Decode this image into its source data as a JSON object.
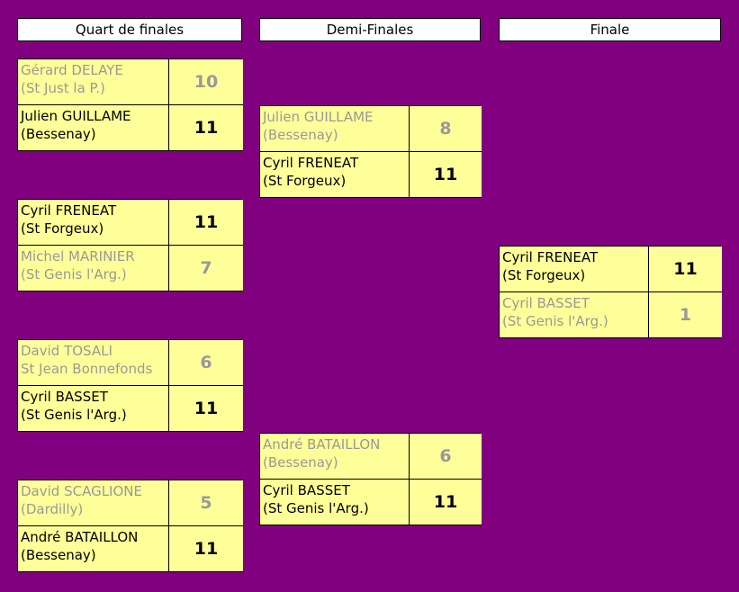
{
  "headers": {
    "quarter": "Quart de finales",
    "semi": "Demi-Finales",
    "final": "Finale"
  },
  "quarters": [
    {
      "p1": {
        "name": "Gérard DELAYE",
        "club": "(St Just la P.)",
        "score": "10"
      },
      "p2": {
        "name": "Julien GUILLAME",
        "club": "(Bessenay)",
        "score": "11"
      }
    },
    {
      "p1": {
        "name": "Cyril FRENEAT",
        "club": "(St Forgeux)",
        "score": "11"
      },
      "p2": {
        "name": "Michel MARINIER",
        "club": "(St Genis l'Arg.)",
        "score": "7"
      }
    },
    {
      "p1": {
        "name": "David TOSALI",
        "club": "St Jean Bonnefonds",
        "score": "6"
      },
      "p2": {
        "name": "Cyril BASSET",
        "club": "(St Genis l'Arg.)",
        "score": "11"
      }
    },
    {
      "p1": {
        "name": "David SCAGLIONE",
        "club": "(Dardilly)",
        "score": "5"
      },
      "p2": {
        "name": "André BATAILLON",
        "club": "(Bessenay)",
        "score": "11"
      }
    }
  ],
  "semis": [
    {
      "p1": {
        "name": "Julien GUILLAME",
        "club": "(Bessenay)",
        "score": "8"
      },
      "p2": {
        "name": "Cyril FRENEAT",
        "club": "(St Forgeux)",
        "score": "11"
      }
    },
    {
      "p1": {
        "name": "André BATAILLON",
        "club": "(Bessenay)",
        "score": "6"
      },
      "p2": {
        "name": "Cyril BASSET",
        "club": "(St Genis l'Arg.)",
        "score": "11"
      }
    }
  ],
  "final": {
    "p1": {
      "name": "Cyril FRENEAT",
      "club": "(St Forgeux)",
      "score": "11"
    },
    "p2": {
      "name": "Cyril BASSET",
      "club": "(St Genis l'Arg.)",
      "score": "1"
    }
  },
  "colors": {
    "background": "#800080",
    "cell": "#ffff99",
    "winner_text": "#000000",
    "loser_text": "#999999"
  }
}
